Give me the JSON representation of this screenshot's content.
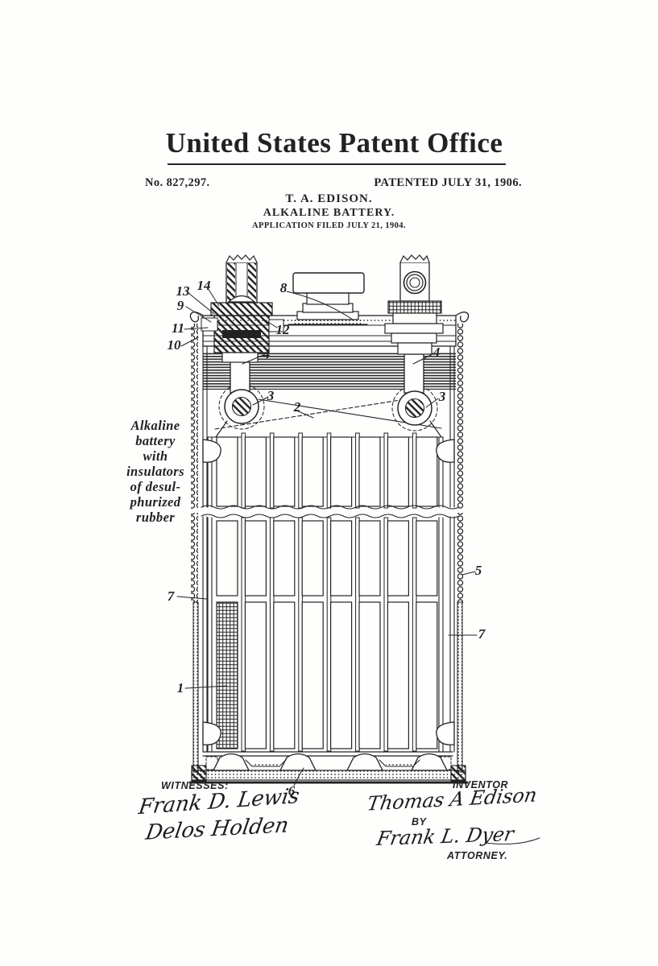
{
  "header": {
    "office_title": "United States Patent Office",
    "patent_number": "No. 827,297.",
    "patented_line": "PATENTED JULY 31, 1906.",
    "applicant_line": "T. A. EDISON.",
    "invention_title": "ALKALINE BATTERY.",
    "application_line": "APPLICATION FILED JULY 21, 1904."
  },
  "drawing": {
    "note": "Alkaline\nbattery\nwith\ninsulators\nof desul-\nphurized\nrubber",
    "ref_labels": [
      "13",
      "14",
      "9",
      "11",
      "10",
      "8",
      "12",
      "4",
      "4",
      "3",
      "2",
      "3",
      "7",
      "5",
      "7",
      "1",
      "6"
    ]
  },
  "footer": {
    "witnesses_label": "WITNESSES:",
    "witness_signature_1": "Frank D. Lewis",
    "witness_signature_2": "Delos Holden",
    "inventor_label": "INVENTOR",
    "inventor_signature": "Thomas A Edison",
    "by_label": "BY",
    "attorney_signature": "Frank L. Dyer",
    "attorney_label": "ATTORNEY."
  },
  "colors": {
    "ink": "#222222",
    "paper": "#fefefd"
  }
}
